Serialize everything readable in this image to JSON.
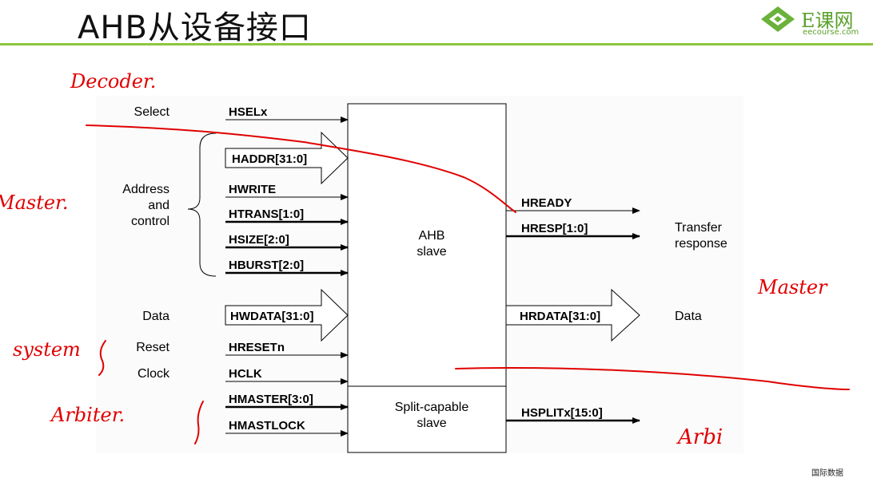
{
  "title": "AHB从设备接口",
  "logo": {
    "main": "E课网",
    "sub": "eecourse.com"
  },
  "diagram": {
    "block_main": "AHB slave",
    "block_main_lines": [
      "AHB",
      "slave"
    ],
    "block_split_lines": [
      "Split-capable",
      "slave"
    ],
    "groups": {
      "select": "Select",
      "address_lines": [
        "Address",
        "and",
        "control"
      ],
      "data_in": "Data",
      "reset": "Reset",
      "clock": "Clock"
    },
    "inputs": {
      "hselx": "HSELx",
      "haddr": "HADDR[31:0]",
      "hwrite": "HWRITE",
      "htrans": "HTRANS[1:0]",
      "hsize": "HSIZE[2:0]",
      "hburst": "HBURST[2:0]",
      "hwdata": "HWDATA[31:0]",
      "hresetn": "HRESETn",
      "hclk": "HCLK",
      "hmaster": "HMASTER[3:0]",
      "hmastlock": "HMASTLOCK"
    },
    "outputs": {
      "hready": "HREADY",
      "hresp": "HRESP[1:0]",
      "hrdata": "HRDATA[31:0]",
      "hsplitx": "HSPLITx[15:0]"
    },
    "out_groups": {
      "transfer_lines": [
        "Transfer",
        "response"
      ],
      "data_out": "Data"
    }
  },
  "annotations": {
    "decoder": "Decoder.",
    "master_left": "Master.",
    "system": "system",
    "arbiter_left": "Arbiter.",
    "master_right": "Master",
    "arbiter_right": "Arbi"
  },
  "corner_text": "国际数据",
  "colors": {
    "accent": "#8dc63f",
    "logo": "#5aa02c",
    "ink": "#e00000"
  }
}
